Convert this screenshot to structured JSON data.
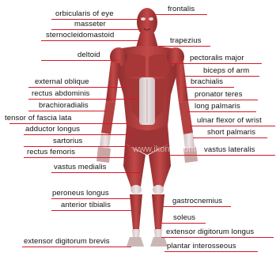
{
  "labels_left": [
    "orbicularis of eye",
    "masseter",
    "sternocleidomastoid",
    "deltoid",
    "external oblique",
    "rectus abdominis",
    "brachioradialis",
    "tensor of fascia lata",
    "adductor longus",
    "sartorius",
    "rectus femoris",
    "vastus medialis",
    "peroneus longus",
    "anterior tibialis",
    "extensor digitorum brevis"
  ],
  "labels_right": [
    "frontalis",
    "trapezius",
    "pectoralis major",
    "biceps of arm",
    "brachialis",
    "pronator teres",
    "long palmaris",
    "ulnar flexor of wrist",
    "short palmaris",
    "vastus lateralis",
    "gastrocnemius",
    "soleus",
    "extensor digitorum longus",
    "plantar interosseous"
  ],
  "watermark": "www.ikonet.com",
  "colors": {
    "label_line": "#d21a2a",
    "muscle": "#b8393a",
    "muscle_dark": "#8a2326",
    "tendon": "#dcd2d0",
    "skin": "#caa0a0"
  }
}
